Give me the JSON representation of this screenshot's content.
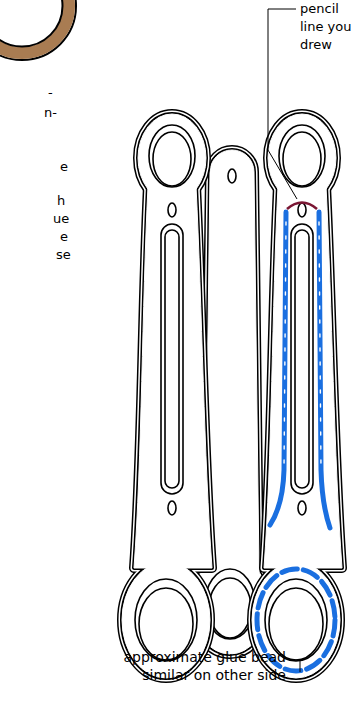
{
  "diagram": {
    "labels": [
      "-",
      "n-",
      "e",
      "h",
      "ue",
      "e",
      "se",
      "pencil line you drew",
      "approximate glue bead similar on other side"
    ]
  }
}
